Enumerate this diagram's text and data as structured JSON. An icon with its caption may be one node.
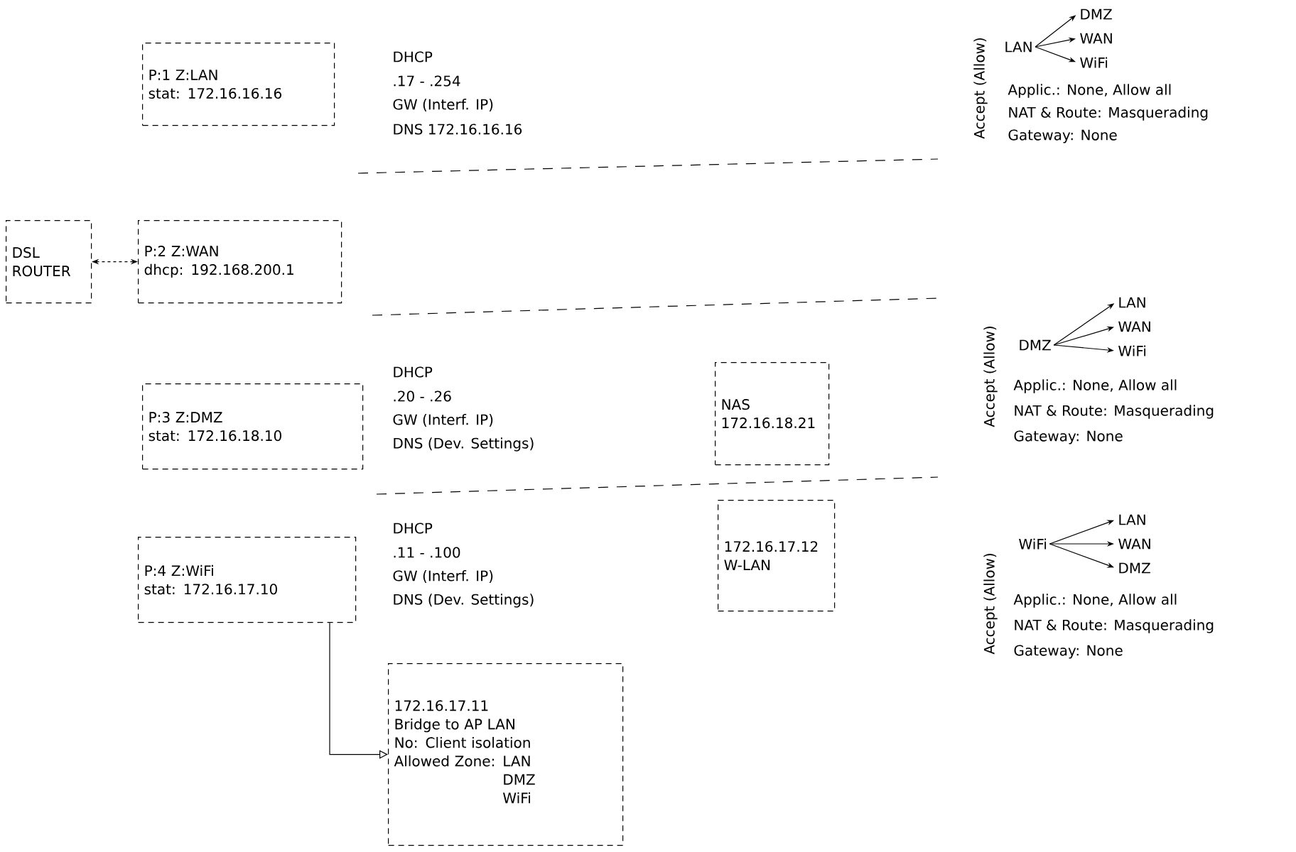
{
  "diagram": {
    "nodes": [
      {
        "text": [
          "DSL ROUTER"
        ]
      },
      {
        "text": [
          "P:1 Z:LAN",
          "stat: 172.16.16.16"
        ]
      },
      {
        "text": [
          "P:2 Z:WAN",
          "dhcp: 192.168.200.1"
        ]
      },
      {
        "text": [
          "P:3 Z:DMZ",
          "stat: 172.16.18.10"
        ]
      },
      {
        "text": [
          "P:4 Z:WiFi",
          "stat: 172.16.17.10"
        ]
      },
      {
        "text": [
          "NAS",
          "172.16.18.21"
        ]
      },
      {
        "text": [
          "172.16.17.12",
          "W-LAN"
        ]
      },
      {
        "text": [
          "172.16.17.11",
          "Bridge to AP LAN",
          "No: Client isolation",
          "Allowed Zone:",
          "LAN",
          "DMZ",
          "WiFi"
        ]
      },
      {
        "text": [
          "LAN"
        ]
      },
      {
        "text": [
          "DMZ"
        ]
      },
      {
        "text": [
          "WAN"
        ]
      },
      {
        "text": [
          "WiFi"
        ]
      },
      {
        "text": [
          "DMZ"
        ]
      },
      {
        "text": [
          "LAN"
        ]
      },
      {
        "text": [
          "WAN"
        ]
      },
      {
        "text": [
          "WiFi"
        ]
      },
      {
        "text": [
          "WiFi"
        ]
      },
      {
        "text": [
          "LAN"
        ]
      },
      {
        "text": [
          "WAN"
        ]
      },
      {
        "text": [
          "DMZ"
        ]
      }
    ],
    "edges": [
      {
        "from": 0,
        "to": 2,
        "arrow": "both",
        "style": "dashed"
      },
      {
        "from": 4,
        "to": 7,
        "arrow": "to"
      },
      {
        "from": 8,
        "to": 9,
        "arrow": "to"
      },
      {
        "from": 8,
        "to": 10,
        "arrow": "to"
      },
      {
        "from": 8,
        "to": 11,
        "arrow": "to"
      },
      {
        "from": 12,
        "to": 13,
        "arrow": "to"
      },
      {
        "from": 12,
        "to": 14,
        "arrow": "to"
      },
      {
        "from": 12,
        "to": 15,
        "arrow": "to"
      },
      {
        "from": 16,
        "to": 17,
        "arrow": "to"
      },
      {
        "from": 16,
        "to": 18,
        "arrow": "to"
      },
      {
        "from": 16,
        "to": 19,
        "arrow": "to"
      }
    ],
    "labels": [
      "DHCP",
      ".17 - .254",
      "GW (Interf. IP)",
      "DNS 172.16.16.16",
      "Accept (Allow)",
      "Applic.: None, Allow all",
      "NAT & Route: Masquerading",
      "Gateway: None",
      "Accept (Allow)",
      "Applic.: None, Allow all",
      "NAT & Route: Masquerading",
      "Gateway: None",
      "DHCP",
      ".20 - .26",
      "GW (Interf. IP)",
      "DNS (Dev. Settings)",
      "DHCP",
      ".11 - .100",
      "GW (Interf. IP)",
      "DNS (Dev. Settings)",
      "Accept (Allow)",
      "Applic.: None, Allow all",
      "NAT & Route: Masquerading",
      "Gateway: None"
    ]
  }
}
